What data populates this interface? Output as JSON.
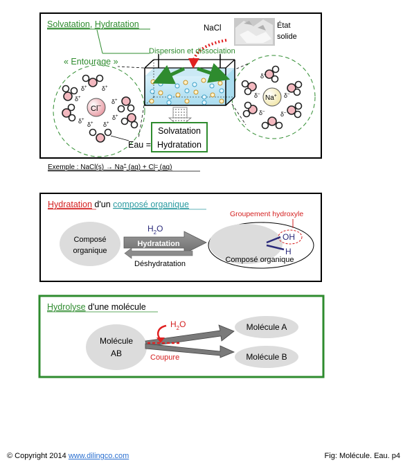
{
  "panel1": {
    "title_a": "Solvatation",
    "title_sep": ", ",
    "title_b": "Hydratation",
    "entourage": "« Entourage »",
    "nacl": "NaCl",
    "etat_solide_1": "État",
    "etat_solide_2": "solide",
    "dispersion": "Dispersion et dissociation",
    "delta_plus": "δ+",
    "delta_minus": "δ–",
    "cl_ion": "Cl–",
    "na_ion": "Na+",
    "eau_eq": "Eau =",
    "box_line1": "Solvatation",
    "box_line2": "Hydratation",
    "example": "Exemple : NaCl(s) → Na+ (aq) + Cl– (aq)"
  },
  "panel2": {
    "title_a": "Hydratation",
    "title_mid": " d'un ",
    "title_b": "composé organique",
    "compose_1": "Composé",
    "compose_2": "organique",
    "h2o": "H2O",
    "hydratation": "Hydratation",
    "deshydratation": "Déshydratation",
    "groupement": "Groupement hydroxyle",
    "oh": "OH",
    "h": "H",
    "compose_org": "Composé organique"
  },
  "panel3": {
    "title_a": "Hydrolyse",
    "title_b": " d'une molécule",
    "molecule_ab_1": "Molécule",
    "molecule_ab_2": "AB",
    "h2o": "H2O",
    "coupure": "Coupure",
    "molecule_a": "Molécule A",
    "molecule_b": "Molécule B"
  },
  "footer": {
    "copyright": "© Copyright 2014 ",
    "url": "www.dilingco.com",
    "fig": "Fig:   Molécule. Eau. p4"
  },
  "colors": {
    "green": "#3a8a3a",
    "red": "#d42020",
    "teal": "#2a9aa0",
    "navy": "#2a2a7a",
    "ion_pink": "#f4c4c8"
  }
}
